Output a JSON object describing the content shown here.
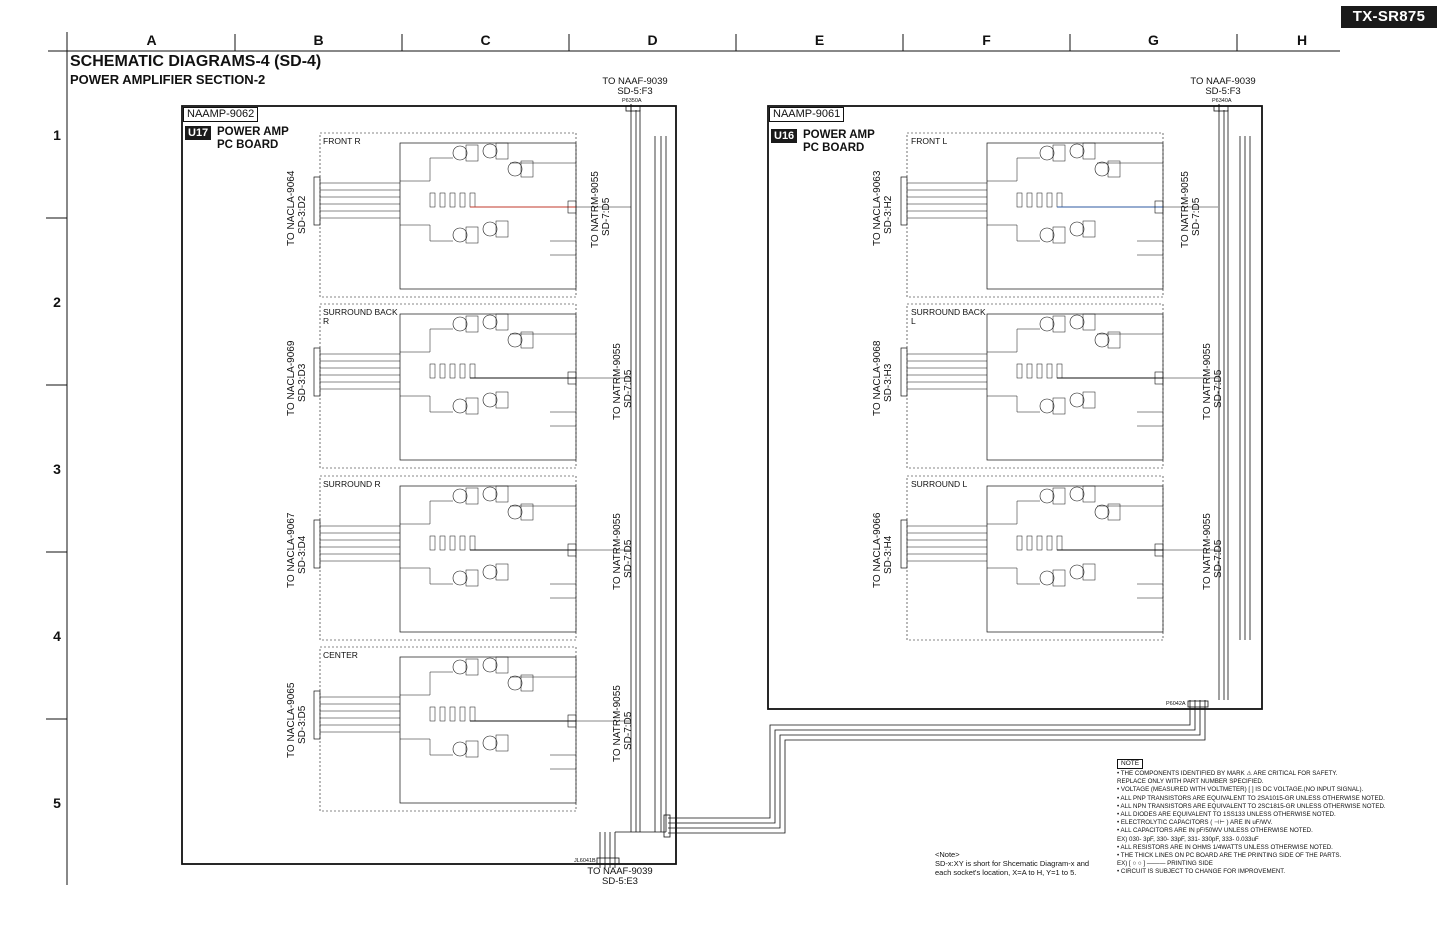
{
  "model": "TX-SR875",
  "columns": [
    "A",
    "B",
    "C",
    "D",
    "E",
    "F",
    "G",
    "H"
  ],
  "rows": [
    "1",
    "2",
    "3",
    "4",
    "5"
  ],
  "title": "SCHEMATIC DIAGRAMS-4 (SD-4)",
  "subtitle": "POWER AMPLIFIER SECTION-2",
  "left_board": {
    "label": "NAAMP-9062",
    "unit_tag": "U17",
    "pcb_line1": "POWER AMP",
    "pcb_line2": "PC BOARD",
    "top_ref": "TO NAAF-9039",
    "top_ref2": "SD-5:F3",
    "top_conn": "P6350A",
    "bottom_ref": "TO NAAF-9039",
    "bottom_ref2": "SD-5:E3",
    "bottom_conn": "JL6041B",
    "sections": [
      {
        "name": "FRONT R",
        "in_ref": "TO NACLA-9064",
        "in_ref2": "SD-3:D2",
        "out_ref": "TO NATRM-9055",
        "out_ref2": "SD-7:D5"
      },
      {
        "name": "SURROUND BACK R",
        "in_ref": "TO NACLA-9069",
        "in_ref2": "SD-3:D3",
        "out_ref": "TO NATRM-9055",
        "out_ref2": "SD-7:D5"
      },
      {
        "name": "SURROUND R",
        "in_ref": "TO NACLA-9067",
        "in_ref2": "SD-3:D4",
        "out_ref": "TO NATRM-9055",
        "out_ref2": "SD-7:D5"
      },
      {
        "name": "CENTER",
        "in_ref": "TO NACLA-9065",
        "in_ref2": "SD-3:D5",
        "out_ref": "TO NATRM-9055",
        "out_ref2": "SD-7:D5"
      }
    ]
  },
  "right_board": {
    "label": "NAAMP-9061",
    "unit_tag": "U16",
    "pcb_line1": "POWER AMP",
    "pcb_line2": "PC BOARD",
    "top_ref": "TO NAAF-9039",
    "top_ref2": "SD-5:F3",
    "top_conn": "P6340A",
    "bottom_conn": "P6042A",
    "sections": [
      {
        "name": "FRONT L",
        "in_ref": "TO NACLA-9063",
        "in_ref2": "SD-3:H2",
        "out_ref": "TO NATRM-9055",
        "out_ref2": "SD-7:D5"
      },
      {
        "name": "SURROUND BACK L",
        "in_ref": "TO NACLA-9068",
        "in_ref2": "SD-3:H3",
        "out_ref": "TO NATRM-9055",
        "out_ref2": "SD-7:D5"
      },
      {
        "name": "SURROUND L",
        "in_ref": "TO NACLA-9066",
        "in_ref2": "SD-3:H4",
        "out_ref": "TO NATRM-9055",
        "out_ref2": "SD-7:D5"
      }
    ]
  },
  "note_xy": {
    "line1": "<Note>",
    "line2": "SD-x:XY is short for Shcematic Diagram-x and",
    "line3": "each socket's location, X=A to H, Y=1 to 5."
  },
  "notes": {
    "tag": "NOTE",
    "items": [
      "• THE COMPONENTS IDENTIFIED BY MARK ⚠ ARE CRITICAL FOR SAFETY.",
      "  REPLACE ONLY WITH PART NUMBER SPECIFIED.",
      "• VOLTAGE (MEASURED WITH VOLTMETER) [     ] IS DC VOLTAGE.(NO INPUT SIGNAL).",
      "• ALL PNP TRANSISTORS ARE EQUIVALENT TO 2SA1015-GR UNLESS OTHERWISE NOTED.",
      "• ALL NPN TRANSISTORS ARE EQUIVALENT TO 2SC1815-GR UNLESS OTHERWISE NOTED.",
      "• ALL DIODES ARE EQUIVALENT TO 1SS133 UNLESS OTHERWISE NOTED.",
      "• ELECTROLYTIC CAPACITORS ( ⊣⊢ ) ARE IN uF/WV.",
      "• ALL CAPACITORS ARE IN pF/50WV UNLESS OTHERWISE NOTED.",
      "  EX) 030- 3pF, 330- 33pF, 331- 330pF, 333- 0.033uF",
      "• ALL RESISTORS ARE IN OHMS 1/4WATTS UNLESS OTHERWISE NOTED.",
      "• THE THICK LINES ON PC BOARD ARE THE PRINTING SIDE OF THE PARTS.",
      "  EX) [ ○ ○ ] ——— PRINTING SIDE",
      "• CIRCUIT IS SUBJECT TO CHANGE FOR IMPROVEMENT."
    ]
  },
  "colors": {
    "ink": "#111111",
    "badge": "#1a1a1a",
    "signal_red": "#c0392b",
    "signal_blue": "#2c5aa0"
  }
}
